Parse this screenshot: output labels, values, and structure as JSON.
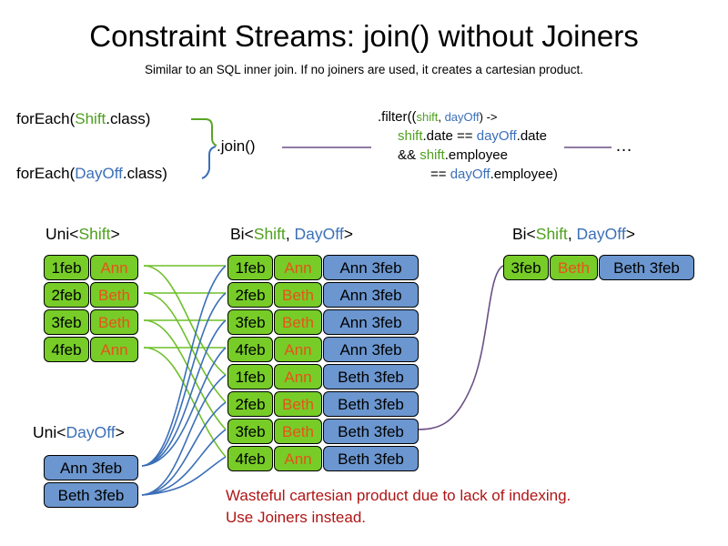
{
  "header": {
    "title": "Constraint Streams: join() without Joiners",
    "subtitle": "Similar to an SQL inner join. If no joiners are used, it creates a cartesian product."
  },
  "colors": {
    "shift_green": "#4ea01e",
    "dayoff_blue": "#3b6fb8",
    "card_green": "#77cc28",
    "card_blue": "#6b96cf",
    "name_orange": "#e8521a",
    "warning_red": "#b01515",
    "connector_purple": "#6a4f85"
  },
  "pipeline": {
    "forEachShift": {
      "prefix": "forEach(",
      "type": "Shift",
      "suffix": ".class)"
    },
    "forEachDayOff": {
      "prefix": "forEach(",
      "type": "DayOff",
      "suffix": ".class)"
    },
    "join": ".join()",
    "ellipsis": "…",
    "filter": {
      "line1_prefix": ".filter((",
      "line1_a": "shift",
      "line1_comma": ", ",
      "line1_b": "dayOff",
      "line1_suffix": ") ->",
      "line2_a": "shift",
      "line2_mid": ".date == ",
      "line2_b": "dayOff",
      "line2_end": ".date",
      "line3_pre": "&& ",
      "line3_a": "shift",
      "line3_end": ".employee",
      "line4_pre": "== ",
      "line4_b": "dayOff",
      "line4_end": ".employee)"
    }
  },
  "streams": {
    "uni_shift_label": {
      "pre": "Uni<",
      "type": "Shift",
      "post": ">"
    },
    "bi_middle_label": {
      "pre": "Bi<",
      "a": "Shift",
      "comma": ", ",
      "b": "DayOff",
      "post": ">"
    },
    "bi_right_label": {
      "pre": "Bi<",
      "a": "Shift",
      "comma": ", ",
      "b": "DayOff",
      "post": ">"
    },
    "uni_dayoff_label": {
      "pre": "Uni<",
      "type": "DayOff",
      "post": ">"
    }
  },
  "shift_facts": [
    {
      "date": "1feb",
      "name": "Ann"
    },
    {
      "date": "2feb",
      "name": "Beth"
    },
    {
      "date": "3feb",
      "name": "Beth"
    },
    {
      "date": "4feb",
      "name": "Ann"
    }
  ],
  "dayoff_facts": [
    {
      "pair": "Ann 3feb"
    },
    {
      "pair": "Beth 3feb"
    }
  ],
  "cartesian_rows": [
    {
      "date": "1feb",
      "name": "Ann",
      "pair": "Ann 3feb"
    },
    {
      "date": "2feb",
      "name": "Beth",
      "pair": "Ann 3feb"
    },
    {
      "date": "3feb",
      "name": "Beth",
      "pair": "Ann 3feb"
    },
    {
      "date": "4feb",
      "name": "Ann",
      "pair": "Ann 3feb"
    },
    {
      "date": "1feb",
      "name": "Ann",
      "pair": "Beth 3feb"
    },
    {
      "date": "2feb",
      "name": "Beth",
      "pair": "Beth 3feb"
    },
    {
      "date": "3feb",
      "name": "Beth",
      "pair": "Beth 3feb"
    },
    {
      "date": "4feb",
      "name": "Ann",
      "pair": "Beth 3feb"
    }
  ],
  "result_rows": [
    {
      "date": "3feb",
      "name": "Beth",
      "pair": "Beth 3feb"
    }
  ],
  "warning": {
    "line1": "Wasteful cartesian product due to lack of indexing.",
    "line2": "Use Joiners instead."
  }
}
